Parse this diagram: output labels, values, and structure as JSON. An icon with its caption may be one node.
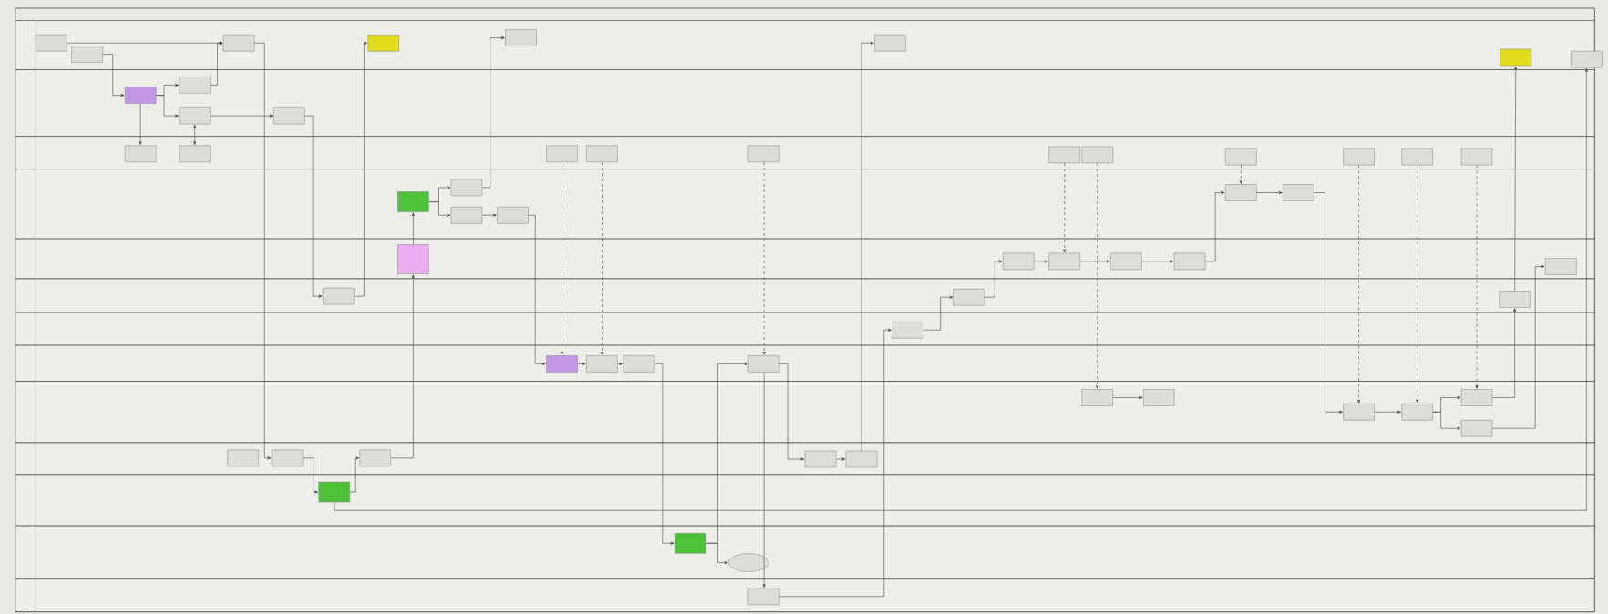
{
  "diagram": {
    "nodes": [
      {
        "text": [],
        "shape": "band"
      },
      {
        "text": [],
        "shape": "band"
      },
      {
        "text": [],
        "shape": "band"
      },
      {
        "text": [],
        "shape": "band"
      },
      {
        "text": [],
        "shape": "band"
      },
      {
        "text": [],
        "shape": "band"
      },
      {
        "text": [],
        "shape": "band"
      },
      {
        "text": [],
        "shape": "band"
      },
      {
        "text": [],
        "shape": "band"
      },
      {
        "text": [],
        "shape": "band"
      },
      {
        "text": [],
        "shape": "band"
      },
      {
        "text": [],
        "shape": "band"
      },
      {
        "text": [],
        "shape": "band"
      },
      {
        "text": [],
        "shape": "box",
        "in": 0
      },
      {
        "text": [],
        "shape": "box",
        "in": 0
      },
      {
        "text": [],
        "shape": "box",
        "in": 0
      },
      {
        "text": [],
        "shape": "box",
        "in": 0
      },
      {
        "text": [],
        "shape": "box",
        "in": 0
      },
      {
        "text": [],
        "shape": "box",
        "in": 0
      },
      {
        "text": [],
        "shape": "box",
        "in": 0
      },
      {
        "text": [],
        "shape": "box",
        "in": 0
      },
      {
        "text": [],
        "shape": "box",
        "in": 1
      },
      {
        "text": [],
        "shape": "box",
        "in": 1
      },
      {
        "text": [],
        "shape": "box",
        "in": 1
      },
      {
        "text": [],
        "shape": "box",
        "in": 1
      },
      {
        "text": [],
        "shape": "box",
        "in": 2
      },
      {
        "text": [],
        "shape": "box",
        "in": 2
      },
      {
        "text": [],
        "shape": "box",
        "in": 2
      },
      {
        "text": [],
        "shape": "box",
        "in": 2
      },
      {
        "text": [],
        "shape": "box",
        "in": 2
      },
      {
        "text": [],
        "shape": "box",
        "in": 2
      },
      {
        "text": [],
        "shape": "box",
        "in": 2
      },
      {
        "text": [],
        "shape": "box",
        "in": 2
      },
      {
        "text": [],
        "shape": "box",
        "in": 2
      },
      {
        "text": [],
        "shape": "box",
        "in": 2
      },
      {
        "text": [],
        "shape": "box",
        "in": 2
      },
      {
        "text": [],
        "shape": "box",
        "in": 3
      },
      {
        "text": [],
        "shape": "box",
        "in": 3
      },
      {
        "text": [],
        "shape": "box",
        "in": 3
      },
      {
        "text": [],
        "shape": "box",
        "in": 3
      },
      {
        "text": [],
        "shape": "box",
        "in": 3
      },
      {
        "text": [],
        "shape": "box",
        "in": 3
      },
      {
        "text": [],
        "shape": "box",
        "in": 4
      },
      {
        "text": [],
        "shape": "box",
        "in": 4
      },
      {
        "text": [],
        "shape": "box",
        "in": 4
      },
      {
        "text": [],
        "shape": "box",
        "in": 4
      },
      {
        "text": [],
        "shape": "box",
        "in": 4
      },
      {
        "text": [],
        "shape": "box",
        "in": 4
      },
      {
        "text": [],
        "shape": "box",
        "in": 5
      },
      {
        "text": [],
        "shape": "box",
        "in": 5
      },
      {
        "text": [],
        "shape": "box",
        "in": 5
      },
      {
        "text": [],
        "shape": "box",
        "in": 6
      },
      {
        "text": [],
        "shape": "box",
        "in": 7
      },
      {
        "text": [],
        "shape": "box",
        "in": 7
      },
      {
        "text": [],
        "shape": "box",
        "in": 7
      },
      {
        "text": [],
        "shape": "box",
        "in": 7
      },
      {
        "text": [],
        "shape": "box",
        "in": 8
      },
      {
        "text": [],
        "shape": "box",
        "in": 8
      },
      {
        "text": [],
        "shape": "box",
        "in": 8
      },
      {
        "text": [],
        "shape": "box",
        "in": 8
      },
      {
        "text": [],
        "shape": "box",
        "in": 8
      },
      {
        "text": [],
        "shape": "box",
        "in": 8
      },
      {
        "text": [],
        "shape": "box",
        "in": 9
      },
      {
        "text": [],
        "shape": "box",
        "in": 9
      },
      {
        "text": [],
        "shape": "box",
        "in": 9
      },
      {
        "text": [],
        "shape": "box",
        "in": 9
      },
      {
        "text": [],
        "shape": "box",
        "in": 9
      },
      {
        "text": [],
        "shape": "box",
        "in": 10
      },
      {
        "text": [],
        "shape": "box",
        "in": 11
      },
      {
        "text": [],
        "shape": "ellipse",
        "in": 11
      },
      {
        "text": [],
        "shape": "box",
        "in": 12
      }
    ],
    "edges": [
      {
        "from": 13,
        "to": 15,
        "arrow": "to"
      },
      {
        "from": 14,
        "to": 21,
        "arrow": "to"
      },
      {
        "from": 21,
        "to": 25,
        "arrow": "to"
      },
      {
        "from": 21,
        "to": 22,
        "arrow": "to"
      },
      {
        "from": 22,
        "to": 15,
        "arrow": "to"
      },
      {
        "from": 21,
        "to": 23,
        "arrow": "to"
      },
      {
        "from": 23,
        "to": 26,
        "arrow": "both"
      },
      {
        "from": 23,
        "to": 24,
        "arrow": "to"
      },
      {
        "from": 15,
        "to": 63,
        "arrow": "to"
      },
      {
        "from": 24,
        "to": 48,
        "arrow": "to"
      },
      {
        "from": 48,
        "to": 16,
        "arrow": "to"
      },
      {
        "from": 63,
        "to": 67,
        "arrow": "to"
      },
      {
        "from": 67,
        "to": 64,
        "arrow": "to"
      },
      {
        "from": 64,
        "to": 42,
        "arrow": "to"
      },
      {
        "from": 42,
        "to": 36,
        "arrow": "to"
      },
      {
        "from": 36,
        "to": 37,
        "arrow": "to"
      },
      {
        "from": 36,
        "to": 38,
        "arrow": "to"
      },
      {
        "from": 37,
        "to": 17,
        "arrow": "to"
      },
      {
        "from": 38,
        "to": 39,
        "arrow": "to"
      },
      {
        "from": 39,
        "to": 52,
        "arrow": "to"
      },
      {
        "from": 27,
        "to": 52,
        "arrow": "to",
        "style": "dashed"
      },
      {
        "from": 28,
        "to": 53,
        "arrow": "to",
        "style": "dashed"
      },
      {
        "from": 52,
        "to": 53,
        "arrow": "to"
      },
      {
        "from": 53,
        "to": 54,
        "arrow": "to"
      },
      {
        "from": 54,
        "to": 68,
        "arrow": "to"
      },
      {
        "from": 68,
        "to": 55,
        "arrow": "to"
      },
      {
        "from": 68,
        "to": 69,
        "arrow": "to"
      },
      {
        "from": 29,
        "to": 55,
        "arrow": "to",
        "style": "dashed"
      },
      {
        "from": 55,
        "to": 70,
        "arrow": "to"
      },
      {
        "from": 55,
        "to": 65,
        "arrow": "to"
      },
      {
        "from": 65,
        "to": 66,
        "arrow": "to"
      },
      {
        "from": 66,
        "to": 18,
        "arrow": "to"
      },
      {
        "from": 70,
        "to": 51,
        "arrow": "to"
      },
      {
        "from": 51,
        "to": 49,
        "arrow": "to"
      },
      {
        "from": 49,
        "to": 43,
        "arrow": "to"
      },
      {
        "from": 43,
        "to": 44,
        "arrow": "to"
      },
      {
        "from": 30,
        "to": 44,
        "arrow": "to",
        "style": "dashed"
      },
      {
        "from": 44,
        "to": 45,
        "arrow": "to"
      },
      {
        "from": 45,
        "to": 46,
        "arrow": "to"
      },
      {
        "from": 46,
        "to": 40,
        "arrow": "to"
      },
      {
        "from": 32,
        "to": 40,
        "arrow": "to",
        "style": "dashed"
      },
      {
        "from": 40,
        "to": 41,
        "arrow": "to"
      },
      {
        "from": 41,
        "to": 58,
        "arrow": "to"
      },
      {
        "from": 31,
        "to": 56,
        "arrow": "to",
        "style": "dashed"
      },
      {
        "from": 56,
        "to": 57,
        "arrow": "to"
      },
      {
        "from": 33,
        "to": 58,
        "arrow": "to",
        "style": "dashed"
      },
      {
        "from": 58,
        "to": 59,
        "arrow": "to"
      },
      {
        "from": 34,
        "to": 59,
        "arrow": "to",
        "style": "dashed"
      },
      {
        "from": 59,
        "to": 60,
        "arrow": "to"
      },
      {
        "from": 59,
        "to": 61,
        "arrow": "to"
      },
      {
        "from": 35,
        "to": 60,
        "arrow": "to",
        "style": "dashed"
      },
      {
        "from": 60,
        "to": 50,
        "arrow": "to"
      },
      {
        "from": 50,
        "to": 19,
        "arrow": "to"
      },
      {
        "from": 61,
        "to": 47,
        "arrow": "to"
      },
      {
        "from": 67,
        "to": 20,
        "arrow": "to"
      }
    ]
  }
}
